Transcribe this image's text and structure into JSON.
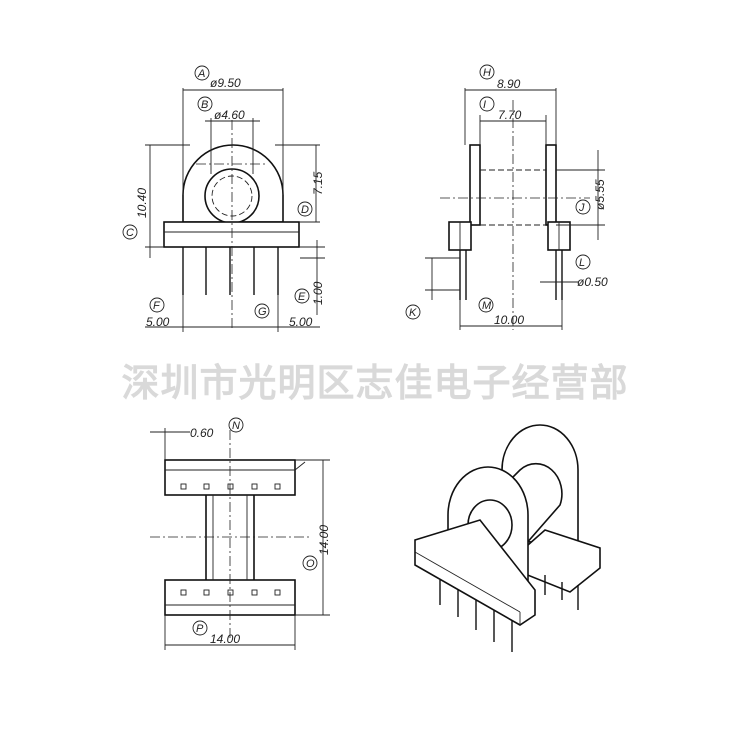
{
  "watermark": "深圳市光明区志佳电子经营部",
  "labels": {
    "A": "A",
    "B": "B",
    "C": "C",
    "D": "D",
    "E": "E",
    "F": "F",
    "G": "G",
    "H": "H",
    "I": "I",
    "J": "J",
    "K": "K",
    "L": "L",
    "M": "M",
    "N": "N",
    "O": "O",
    "P": "P"
  },
  "dims": {
    "A": "ø9.50",
    "B": "ø4.60",
    "C": "10.40",
    "D": "7.15",
    "E": "1.00",
    "F": "5.00",
    "G": "5.00",
    "H": "8.90",
    "I": "7.70",
    "J": "ø5.55",
    "L": "ø0.50",
    "M": "10.00",
    "N": "0.60",
    "O": "14.00",
    "P": "14.00"
  },
  "colors": {
    "line": "#111111",
    "watermark": "#d9d9d9"
  }
}
